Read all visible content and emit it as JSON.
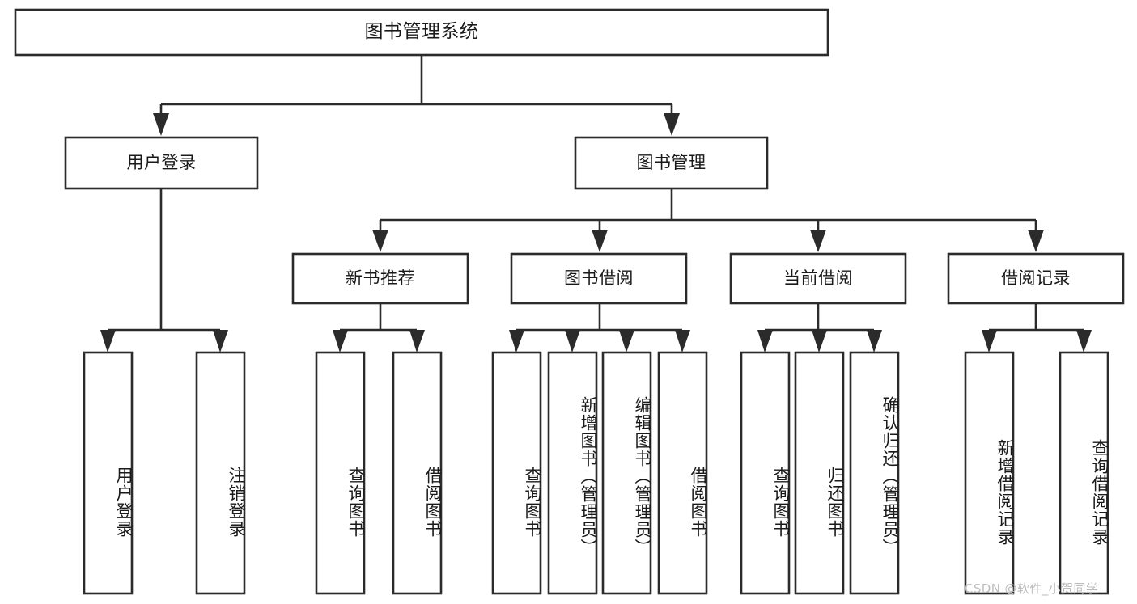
{
  "diagram": {
    "type": "hierarchy-tree",
    "title": "图书管理系统",
    "watermark": "CSDN @软件_小贺同学",
    "colors": {
      "background": "#ffffff",
      "box_fill": "#ffffff",
      "stroke": "#2b2b2b",
      "text": "#1a1a1a",
      "watermark": "#bdbdbd"
    },
    "nodes": {
      "root": {
        "label": "图书管理系统",
        "level": 1
      },
      "user_login": {
        "label": "用户登录",
        "level": 2
      },
      "book_manage": {
        "label": "图书管理",
        "level": 2
      },
      "new_book_rec": {
        "label": "新书推荐",
        "level": 3
      },
      "book_borrow": {
        "label": "图书借阅",
        "level": 3
      },
      "current_borrow": {
        "label": "当前借阅",
        "level": 3
      },
      "borrow_record": {
        "label": "借阅记录",
        "level": 3
      },
      "leaf_user_login": {
        "label": "用户登录",
        "level": 4
      },
      "leaf_logout": {
        "label": "注销登录",
        "level": 4
      },
      "leaf_query_book_1": {
        "label": "查询图书",
        "level": 4
      },
      "leaf_borrow_book_1": {
        "label": "借阅图书",
        "level": 4
      },
      "leaf_query_book_2": {
        "label": "查询图书",
        "level": 4
      },
      "leaf_add_book_admin": {
        "label": "新增图书（管理员）",
        "level": 4
      },
      "leaf_edit_book_admin": {
        "label": "编辑图书（管理员）",
        "level": 4
      },
      "leaf_borrow_book_2": {
        "label": "借阅图书",
        "level": 4
      },
      "leaf_query_book_3": {
        "label": "查询图书",
        "level": 4
      },
      "leaf_return_book": {
        "label": "归还图书",
        "level": 4
      },
      "leaf_confirm_return_admin": {
        "label": "确认归还（管理员）",
        "level": 4
      },
      "leaf_add_record": {
        "label": "新增借阅记录",
        "level": 4
      },
      "leaf_query_record": {
        "label": "查询借阅记录",
        "level": 4
      }
    },
    "edges": [
      {
        "from": "root",
        "to": "user_login"
      },
      {
        "from": "root",
        "to": "book_manage"
      },
      {
        "from": "user_login",
        "to": "leaf_user_login"
      },
      {
        "from": "user_login",
        "to": "leaf_logout"
      },
      {
        "from": "book_manage",
        "to": "new_book_rec"
      },
      {
        "from": "book_manage",
        "to": "book_borrow"
      },
      {
        "from": "book_manage",
        "to": "current_borrow"
      },
      {
        "from": "book_manage",
        "to": "borrow_record"
      },
      {
        "from": "new_book_rec",
        "to": "leaf_query_book_1"
      },
      {
        "from": "new_book_rec",
        "to": "leaf_borrow_book_1"
      },
      {
        "from": "book_borrow",
        "to": "leaf_query_book_2"
      },
      {
        "from": "book_borrow",
        "to": "leaf_add_book_admin"
      },
      {
        "from": "book_borrow",
        "to": "leaf_edit_book_admin"
      },
      {
        "from": "book_borrow",
        "to": "leaf_borrow_book_2"
      },
      {
        "from": "current_borrow",
        "to": "leaf_query_book_3"
      },
      {
        "from": "current_borrow",
        "to": "leaf_return_book"
      },
      {
        "from": "current_borrow",
        "to": "leaf_confirm_return_admin"
      },
      {
        "from": "borrow_record",
        "to": "leaf_add_record"
      },
      {
        "from": "borrow_record",
        "to": "leaf_query_record"
      }
    ]
  }
}
